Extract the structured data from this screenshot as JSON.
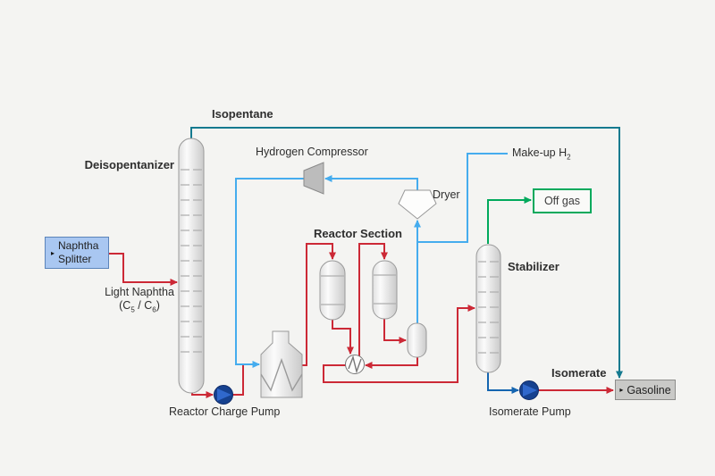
{
  "labels": {
    "isopentane": "Isopentane",
    "deisopentanizer": "Deisopentanizer",
    "hydrogen_compressor": "Hydrogen Compressor",
    "dryer": "Dryer",
    "makeup_h2_main": "Make-up H",
    "makeup_h2_sub": "2",
    "reactor_section": "Reactor Section",
    "stabilizer": "Stabilizer",
    "light_naphtha_line1": "Light Naphtha",
    "c5c6_pre": "(C",
    "c5c6_sub5": "5",
    "c5c6_mid": " / C",
    "c5c6_sub6": "6",
    "c5c6_post": ")",
    "reactor_charge_pump": "Reactor Charge Pump",
    "isomerate_pump": "Isomerate Pump",
    "isomerate": "Isomerate"
  },
  "boxes": {
    "naphtha_splitter": {
      "marker": "▸",
      "line1": "Naphtha",
      "line2": "Splitter"
    },
    "off_gas": {
      "label": "Off gas"
    },
    "gasoline": {
      "marker": "▸",
      "label": "Gasoline"
    }
  },
  "colors": {
    "background": "#f4f4f2",
    "feed_product_line": "#cc2936",
    "hydrogen_line": "#45acee",
    "isopentane_recycle_line": "#147a8f",
    "stabilizer_bottoms_line": "#1565b0",
    "off_gas_line": "#00a95c",
    "pump_fill": "#16418f",
    "naphtha_splitter_box_fill": "#a9c7f1",
    "gasoline_box_fill": "#c9c9c7",
    "off_gas_box_border": "#00a95c"
  }
}
